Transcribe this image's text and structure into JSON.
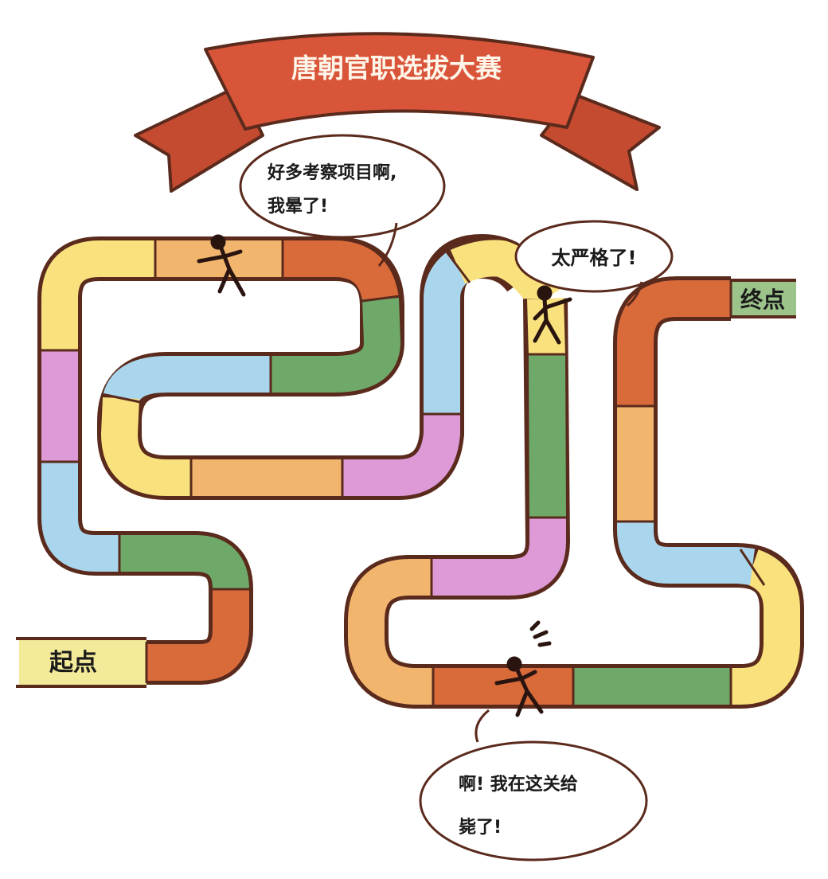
{
  "title": "唐朝官职选拔大赛",
  "start_label": "起点",
  "end_label": "终点",
  "bubbles": {
    "top_line1": "好多考察项目啊,",
    "top_line2": "我晕了!",
    "mid": "太严格了!",
    "bottom_line1": "啊! 我在这关给",
    "bottom_line2": "毙了!"
  },
  "colors": {
    "outline": "#5a2a1c",
    "ribbon": "#d9553a",
    "ribbon_dark": "#b8432c",
    "yellow": "#f9e27d",
    "orange": "#f2b56e",
    "brown": "#d96a3a",
    "pink": "#dd9ad6",
    "blue": "#a9d6ec",
    "green": "#6fa96a",
    "start_fill": "#f3eb9a",
    "end_fill": "#9cc38a"
  }
}
